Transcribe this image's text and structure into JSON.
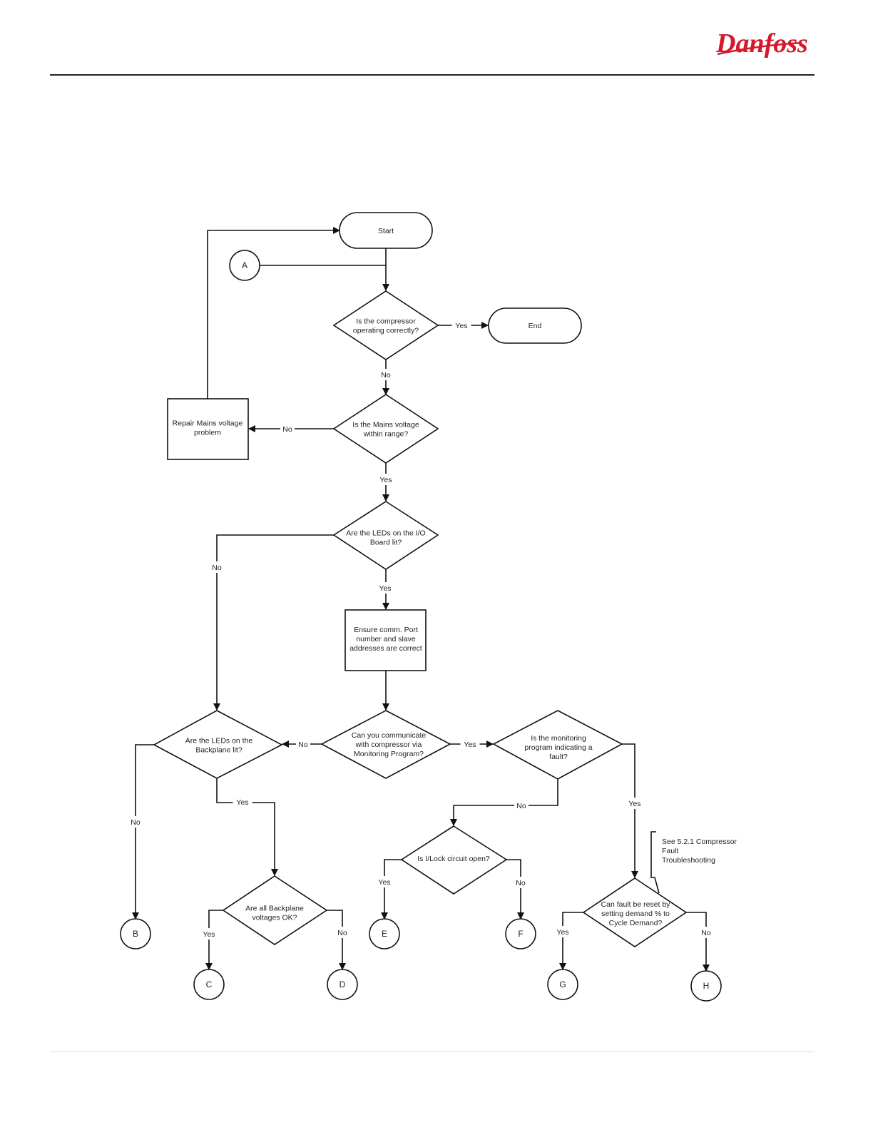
{
  "brand": {
    "logo_text": "Danfoss",
    "logo_color": "#d4192c"
  },
  "flowchart": {
    "nodes": {
      "start": {
        "lines": [
          "Start"
        ]
      },
      "end": {
        "lines": [
          "End"
        ]
      },
      "connector_a": {
        "lines": [
          "A"
        ]
      },
      "q_compressor": {
        "lines": [
          "Is the compressor",
          "operating correctly?"
        ]
      },
      "q_mains": {
        "lines": [
          "Is the Mains voltage",
          "within range?"
        ]
      },
      "repair_mains": {
        "lines": [
          "Repair Mains voltage",
          "problem"
        ]
      },
      "q_io_leds": {
        "lines": [
          "Are the LEDs on the I/O",
          "Board lit?"
        ]
      },
      "ensure_comm": {
        "lines": [
          "Ensure comm. Port",
          "number and slave",
          "addresses are correct"
        ]
      },
      "q_communicate": {
        "lines": [
          "Can you communicate",
          "with compressor via",
          "Monitoring Program?"
        ]
      },
      "q_backplane_leds": {
        "lines": [
          "Are the LEDs on the",
          "Backplane lit?"
        ]
      },
      "q_monitoring_fault": {
        "lines": [
          "Is the monitoring",
          "program indicating a",
          "fault?"
        ]
      },
      "q_backplane_volt": {
        "lines": [
          "Are all Backplane",
          "voltages OK?"
        ]
      },
      "q_ilock": {
        "lines": [
          "Is I/Lock circuit open?"
        ]
      },
      "q_reset": {
        "lines": [
          "Can fault be reset by",
          "setting demand % to",
          "Cycle Demand?"
        ]
      },
      "connector_b": {
        "lines": [
          "B"
        ]
      },
      "connector_c": {
        "lines": [
          "C"
        ]
      },
      "connector_d": {
        "lines": [
          "D"
        ]
      },
      "connector_e": {
        "lines": [
          "E"
        ]
      },
      "connector_f": {
        "lines": [
          "F"
        ]
      },
      "connector_g": {
        "lines": [
          "G"
        ]
      },
      "connector_h": {
        "lines": [
          "H"
        ]
      }
    },
    "edge_labels": {
      "compressor_yes": "Yes",
      "compressor_no": "No",
      "mains_no": "No",
      "mains_yes": "Yes",
      "io_no": "No",
      "io_yes": "Yes",
      "comm_no": "No",
      "comm_yes": "Yes",
      "backplane_leds_no": "No",
      "backplane_leds_yes": "Yes",
      "monitoring_no": "No",
      "monitoring_yes": "Yes",
      "backplane_volt_yes": "Yes",
      "backplane_volt_no": "No",
      "ilock_yes": "Yes",
      "ilock_no": "No",
      "reset_yes": "Yes",
      "reset_no": "No"
    },
    "note": {
      "lines": [
        "See 5.2.1 Compressor",
        "Fault",
        "Troubleshooting"
      ]
    }
  }
}
